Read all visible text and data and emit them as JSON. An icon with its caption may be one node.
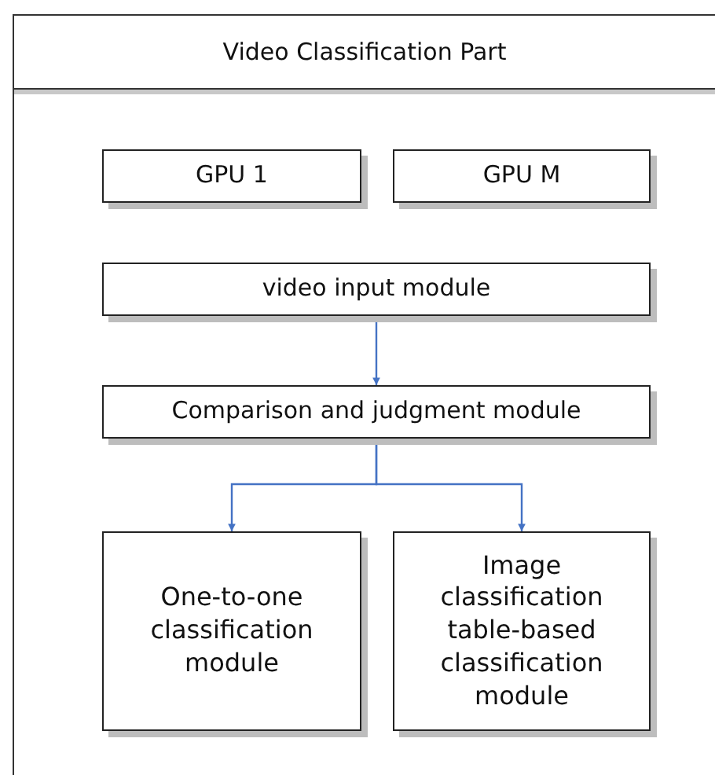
{
  "diagram": {
    "nodes": [
      {
        "text": [
          "Video Classification Part"
        ]
      },
      {
        "text": [
          "GPU 1"
        ],
        "in": 0
      },
      {
        "text": [
          "GPU M"
        ],
        "in": 0
      },
      {
        "text": [
          "video input module"
        ],
        "in": 0
      },
      {
        "text": [
          "Comparison and judgment module"
        ],
        "in": 0
      },
      {
        "text": [
          "One-to-one classification module"
        ],
        "in": 0
      },
      {
        "text": [
          "Image classification table-based classification module"
        ],
        "in": 0
      }
    ],
    "edges": [
      {
        "from": 3,
        "to": 4,
        "arrow": "to"
      },
      {
        "from": 4,
        "to": 5,
        "arrow": "to"
      },
      {
        "from": 4,
        "to": 6,
        "arrow": "to"
      }
    ]
  }
}
